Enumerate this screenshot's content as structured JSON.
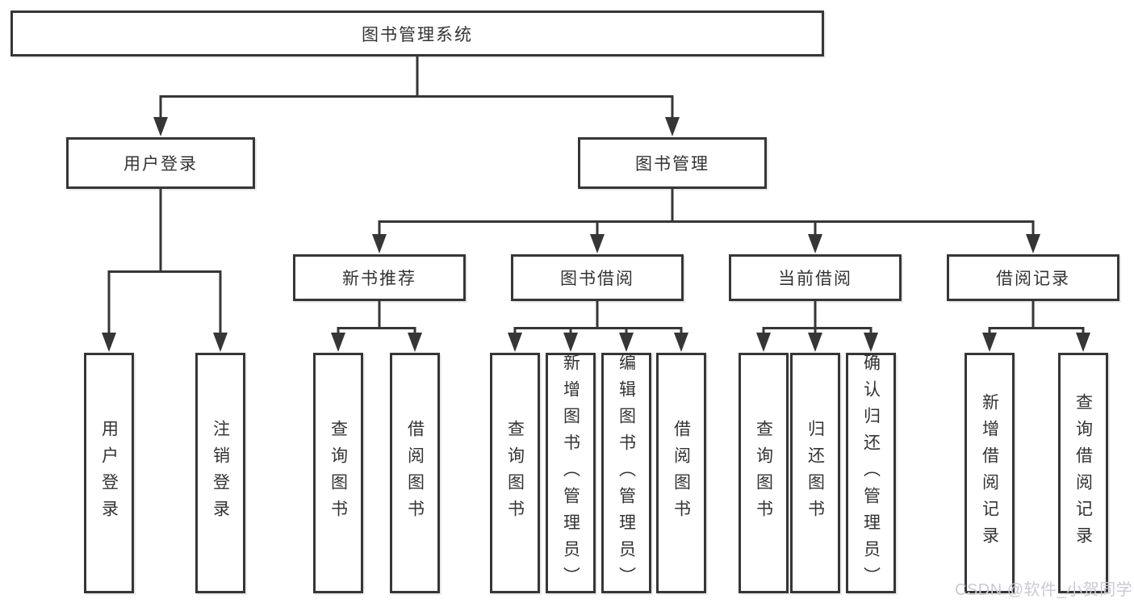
{
  "root": {
    "label": "图书管理系统"
  },
  "branches": [
    {
      "label": "用户登录",
      "children": [
        {
          "label": "用户登录"
        },
        {
          "label": "注销登录"
        }
      ]
    },
    {
      "label": "图书管理",
      "groups": [
        {
          "label": "新书推荐",
          "children": [
            {
              "label": "查询图书"
            },
            {
              "label": "借阅图书"
            }
          ]
        },
        {
          "label": "图书借阅",
          "children": [
            {
              "label": "查询图书"
            },
            {
              "label": "新增图书（管理员）"
            },
            {
              "label": "编辑图书（管理员）"
            },
            {
              "label": "借阅图书"
            }
          ]
        },
        {
          "label": "当前借阅",
          "children": [
            {
              "label": "查询图书"
            },
            {
              "label": "归还图书"
            },
            {
              "label": "确认归还（管理员）"
            }
          ]
        },
        {
          "label": "借阅记录",
          "children": [
            {
              "label": "新增借阅记录"
            },
            {
              "label": "查询借阅记录"
            }
          ]
        }
      ]
    }
  ],
  "watermark": {
    "text": "CSDN @软件_小贺同学"
  },
  "colors": {
    "line": "#363636",
    "text": "#333333",
    "watermark": "#c8cad6",
    "background": "#ffffff"
  }
}
